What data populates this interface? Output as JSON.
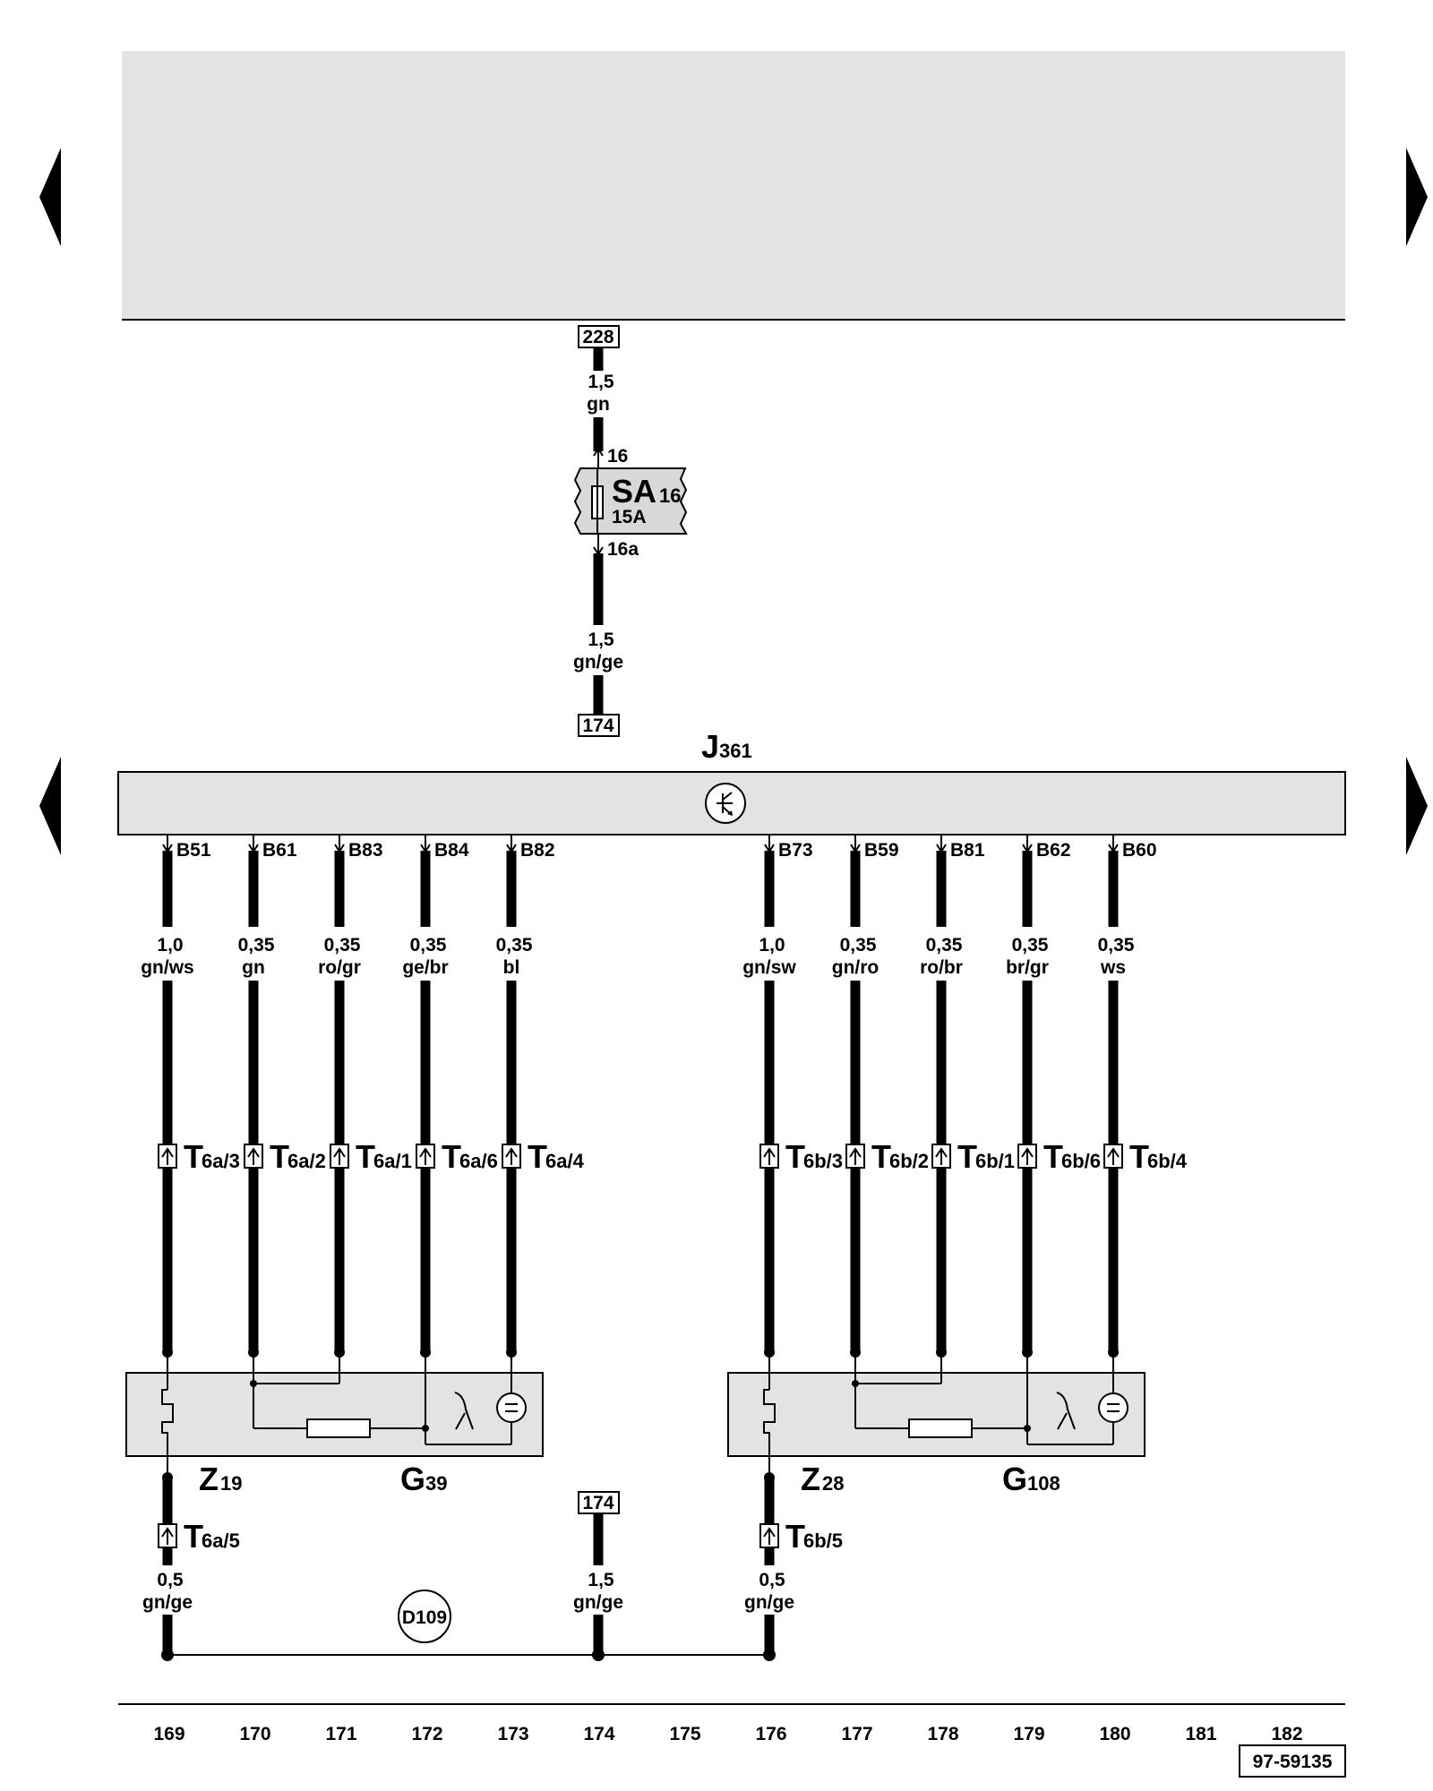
{
  "top_ref": "228",
  "top_wire": {
    "size": "1,5",
    "color": "gn"
  },
  "fuse": {
    "in_pin": "16",
    "out_pin": "16a",
    "name": "SA",
    "index": "16",
    "rating": "15A"
  },
  "mid_wire": {
    "size": "1,5",
    "color": "gn/ge"
  },
  "mid_ref": "174",
  "control_unit": {
    "name": "J",
    "index": "361"
  },
  "left_pins": [
    {
      "pin": "B51",
      "size": "1,0",
      "color": "gn/ws",
      "conn": "T",
      "conn_sub": "6a/3"
    },
    {
      "pin": "B61",
      "size": "0,35",
      "color": "gn",
      "conn": "T",
      "conn_sub": "6a/2"
    },
    {
      "pin": "B83",
      "size": "0,35",
      "color": "ro/gr",
      "conn": "T",
      "conn_sub": "6a/1"
    },
    {
      "pin": "B84",
      "size": "0,35",
      "color": "ge/br",
      "conn": "T",
      "conn_sub": "6a/6"
    },
    {
      "pin": "B82",
      "size": "0,35",
      "color": "bl",
      "conn": "T",
      "conn_sub": "6a/4"
    }
  ],
  "right_pins": [
    {
      "pin": "B73",
      "size": "1,0",
      "color": "gn/sw",
      "conn": "T",
      "conn_sub": "6b/3"
    },
    {
      "pin": "B59",
      "size": "0,35",
      "color": "gn/ro",
      "conn": "T",
      "conn_sub": "6b/2"
    },
    {
      "pin": "B81",
      "size": "0,35",
      "color": "ro/br",
      "conn": "T",
      "conn_sub": "6b/1"
    },
    {
      "pin": "B62",
      "size": "0,35",
      "color": "br/gr",
      "conn": "T",
      "conn_sub": "6b/6"
    },
    {
      "pin": "B60",
      "size": "0,35",
      "color": "ws",
      "conn": "T",
      "conn_sub": "6b/4"
    }
  ],
  "left_sensor": {
    "z": "Z",
    "z_index": "19",
    "g": "G",
    "g_index": "39"
  },
  "right_sensor": {
    "z": "Z",
    "z_index": "28",
    "g": "G",
    "g_index": "108"
  },
  "left_ground": {
    "conn": "T",
    "conn_sub": "6a/5",
    "size": "0,5",
    "color": "gn/ge"
  },
  "right_ground": {
    "conn": "T",
    "conn_sub": "6b/5",
    "size": "0,5",
    "color": "gn/ge"
  },
  "bottom_ref": "174",
  "bottom_wire": {
    "size": "1,5",
    "color": "gn/ge"
  },
  "ground_point": "D109",
  "tracks": [
    "169",
    "170",
    "171",
    "172",
    "173",
    "174",
    "175",
    "176",
    "177",
    "178",
    "179",
    "180",
    "181",
    "182"
  ],
  "doc_id": "97-59135"
}
